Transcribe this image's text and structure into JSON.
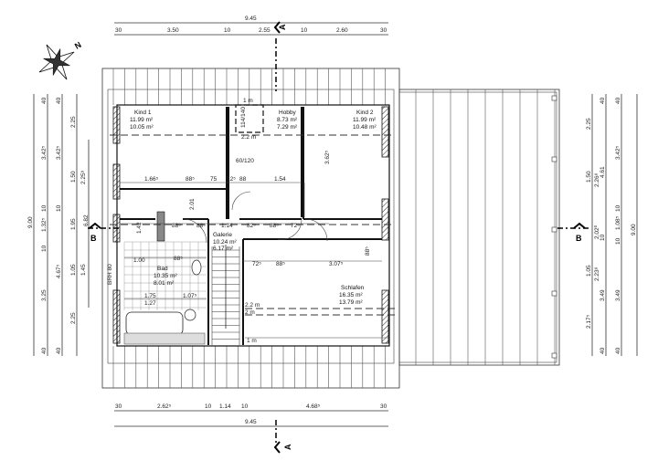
{
  "compass": {
    "north_label": "N"
  },
  "sections": {
    "a": "A",
    "b": "B"
  },
  "dims_top": {
    "overall": "9.45",
    "parts": [
      "30",
      "3.50",
      "10",
      "2.55",
      "10",
      "2.60",
      "30"
    ]
  },
  "dims_bottom": {
    "overall": "9.45",
    "parts": [
      "30",
      "2.62⁵",
      "10",
      "1.14",
      "10",
      "4.68⁵",
      "30"
    ]
  },
  "dims_left": {
    "overall": "9.00",
    "col2": [
      "40",
      "3.42⁵",
      "10",
      "1.32⁵",
      "10",
      "3.25",
      "40"
    ],
    "col3": [
      "40",
      "3.42⁵",
      "10",
      "4.67⁵",
      "40"
    ],
    "col4": [
      "2.25",
      "1.50",
      "2.25⁹",
      "1.95",
      "1.05",
      "1.45",
      "2.25"
    ],
    "col5": "6.82"
  },
  "dims_right": {
    "overall": "9.00",
    "col1": [
      "2.25",
      "1.50",
      "2.26⁸",
      "2.02⁰",
      "1.05",
      "2.23⁸",
      "2.17⁵"
    ],
    "col2": [
      "40",
      "4.61",
      "10",
      "3.49",
      "40"
    ],
    "col3": [
      "40",
      "3.42⁵",
      "10",
      "1.08⁵",
      "10",
      "3.49",
      "40"
    ]
  },
  "rooms": {
    "kind1": {
      "name": "Kind 1",
      "area1": "11.99 m²",
      "area2": "10.05 m²"
    },
    "hobby": {
      "name": "Hobby",
      "area1": "8.73 m²",
      "area2": "7.29 m²"
    },
    "kind2": {
      "name": "Kind 2",
      "area1": "11.99 m²",
      "area2": "10.48 m²"
    },
    "galerie": {
      "name": "Galerie",
      "area1": "10.24 m²",
      "area2": "6.17 m²"
    },
    "bad": {
      "name": "Bad",
      "area1": "10.35 m²",
      "area2": "8.01 m²"
    },
    "schlafen": {
      "name": "Schlafen",
      "area1": "16.35 m²",
      "area2": "13.79 m²"
    }
  },
  "inner_dims": {
    "kind1_width": "1.66⁵",
    "door1": "88⁵",
    "d75": "75",
    "d12": "12⁵",
    "d88b": "88",
    "hobby_width": "1.54",
    "window": "60/120",
    "door_h": "2.01",
    "kind2_depth": "3.62⁵",
    "gal_1": "1.42",
    "gal_2": "88⁵",
    "gal_3": "88⁵",
    "gal_4": "1.14",
    "gal_5": "82⁵",
    "gal_6": "88⁵",
    "gal_7": "72⁵",
    "bad_1": "1.00",
    "bad_2": "1.75",
    "bad_3": "1.27",
    "bad_4": "1.07⁵",
    "bad_5": "88⁵",
    "sch_1": "72⁵",
    "sch_2": "88⁵",
    "sch_3": "3.07⁵",
    "sch_4": "88⁵",
    "brh": "BRH 80",
    "h22_top": "2.2 m",
    "h1_top": "1 m",
    "h22": "2.2 m",
    "h2": "2 m",
    "h1": "1 m",
    "skylight": "114/140"
  }
}
